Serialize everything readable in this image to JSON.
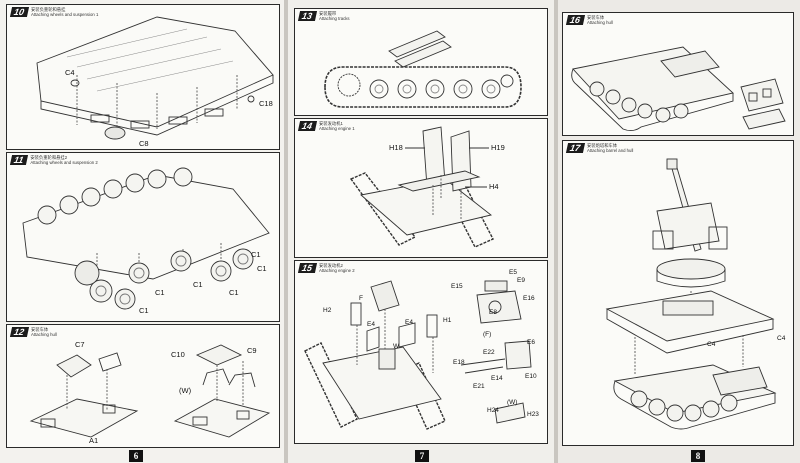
{
  "pages": [
    {
      "number": "6"
    },
    {
      "number": "7"
    },
    {
      "number": "8"
    }
  ],
  "steps": {
    "s10": {
      "num": "10",
      "cn": "安装负重轮和悬挂",
      "en": "Attaching wheels and suspension 1",
      "labels": {
        "c4": "C4",
        "c18": "C18",
        "c8": "C8"
      }
    },
    "s11": {
      "num": "11",
      "cn": "安装负重轮和悬挂2",
      "en": "Attaching wheels and suspension 2",
      "labels": {
        "c1a": "C1",
        "c1b": "C1",
        "c1c": "C1",
        "c1d": "C1",
        "c1e": "C1",
        "c1f": "C1"
      }
    },
    "s12": {
      "num": "12",
      "cn": "安装车体",
      "en": "Attaching hull",
      "labels": {
        "c7": "C7",
        "a1": "A1",
        "c10": "C10",
        "c9": "C9",
        "w": "(W)"
      }
    },
    "s13": {
      "num": "13",
      "cn": "安装履带",
      "en": "Attaching tracks"
    },
    "s14": {
      "num": "14",
      "cn": "安装发动机1",
      "en": "Attaching engine 1",
      "labels": {
        "h18": "H18",
        "h19": "H19",
        "h4": "H4"
      }
    },
    "s15": {
      "num": "15",
      "cn": "安装发动机2",
      "en": "Attaching engine 2",
      "labels": {
        "h2": "H2",
        "f": "F",
        "e4a": "E4",
        "e4b": "E4",
        "w": "W",
        "h1": "H1",
        "e5": "E5",
        "e9": "E9",
        "e15": "E15",
        "e16": "E16",
        "e8": "E8",
        "fparen": "(F)",
        "e6": "E6",
        "e22": "E22",
        "e18": "E18",
        "e10": "E10",
        "e14": "E14",
        "e21": "E21",
        "h24": "H24",
        "wparen": "(W)",
        "h23": "H23"
      }
    },
    "s16": {
      "num": "16",
      "cn": "安装车体",
      "en": "Attaching hull"
    },
    "s17": {
      "num": "17",
      "cn": "安装炮塔和车体",
      "en": "Attaching barrel and hull",
      "labels": {
        "c4a": "C4",
        "c4b": "C4"
      }
    }
  },
  "colors": {
    "ink": "#1c1c1c",
    "paper": "#fbfbf8",
    "background": "#5f5b57"
  }
}
